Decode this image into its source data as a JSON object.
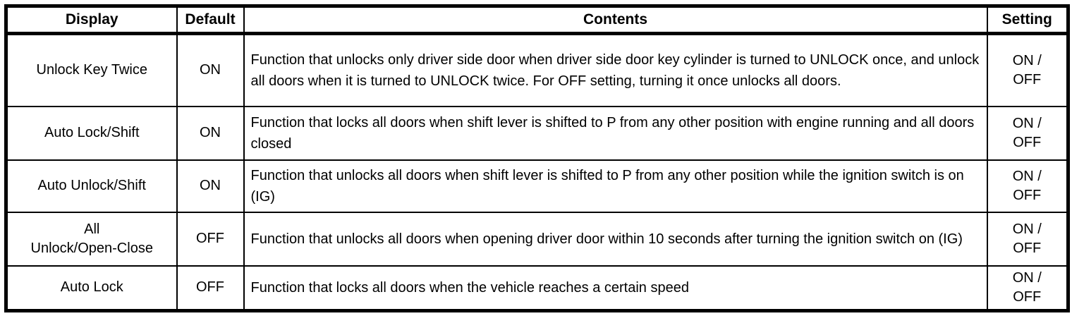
{
  "table": {
    "columns": [
      "Display",
      "Default",
      "Contents",
      "Setting"
    ],
    "rows": [
      {
        "display": "Unlock Key Twice",
        "default": "ON",
        "contents": "Function that unlocks only driver side door when driver side door key cylinder is turned to UNLOCK once, and unlock all doors when it is turned to UNLOCK twice. For OFF setting, turning it once unlocks all doors.",
        "setting": "ON /\nOFF"
      },
      {
        "display": "Auto Lock/Shift",
        "default": "ON",
        "contents": "Function that locks all doors when shift lever is shifted to P from any other position with engine running and all doors closed",
        "setting": "ON /\nOFF"
      },
      {
        "display": "Auto Unlock/Shift",
        "default": "ON",
        "contents": "Function that unlocks all doors when shift lever is shifted to P from any other position while the ignition switch is on (IG)",
        "setting": "ON /\nOFF"
      },
      {
        "display": "All\nUnlock/Open-Close",
        "default": "OFF",
        "contents": "Function that unlocks all doors when opening driver door within 10 seconds after turning the ignition switch on (IG)",
        "setting": "ON /\nOFF"
      },
      {
        "display": "Auto Lock",
        "default": "OFF",
        "contents": "Function that locks all doors when the vehicle reaches a certain speed",
        "setting": "ON /\nOFF"
      }
    ]
  },
  "colors": {
    "border": "#000000",
    "background": "#ffffff",
    "text": "#000000"
  }
}
